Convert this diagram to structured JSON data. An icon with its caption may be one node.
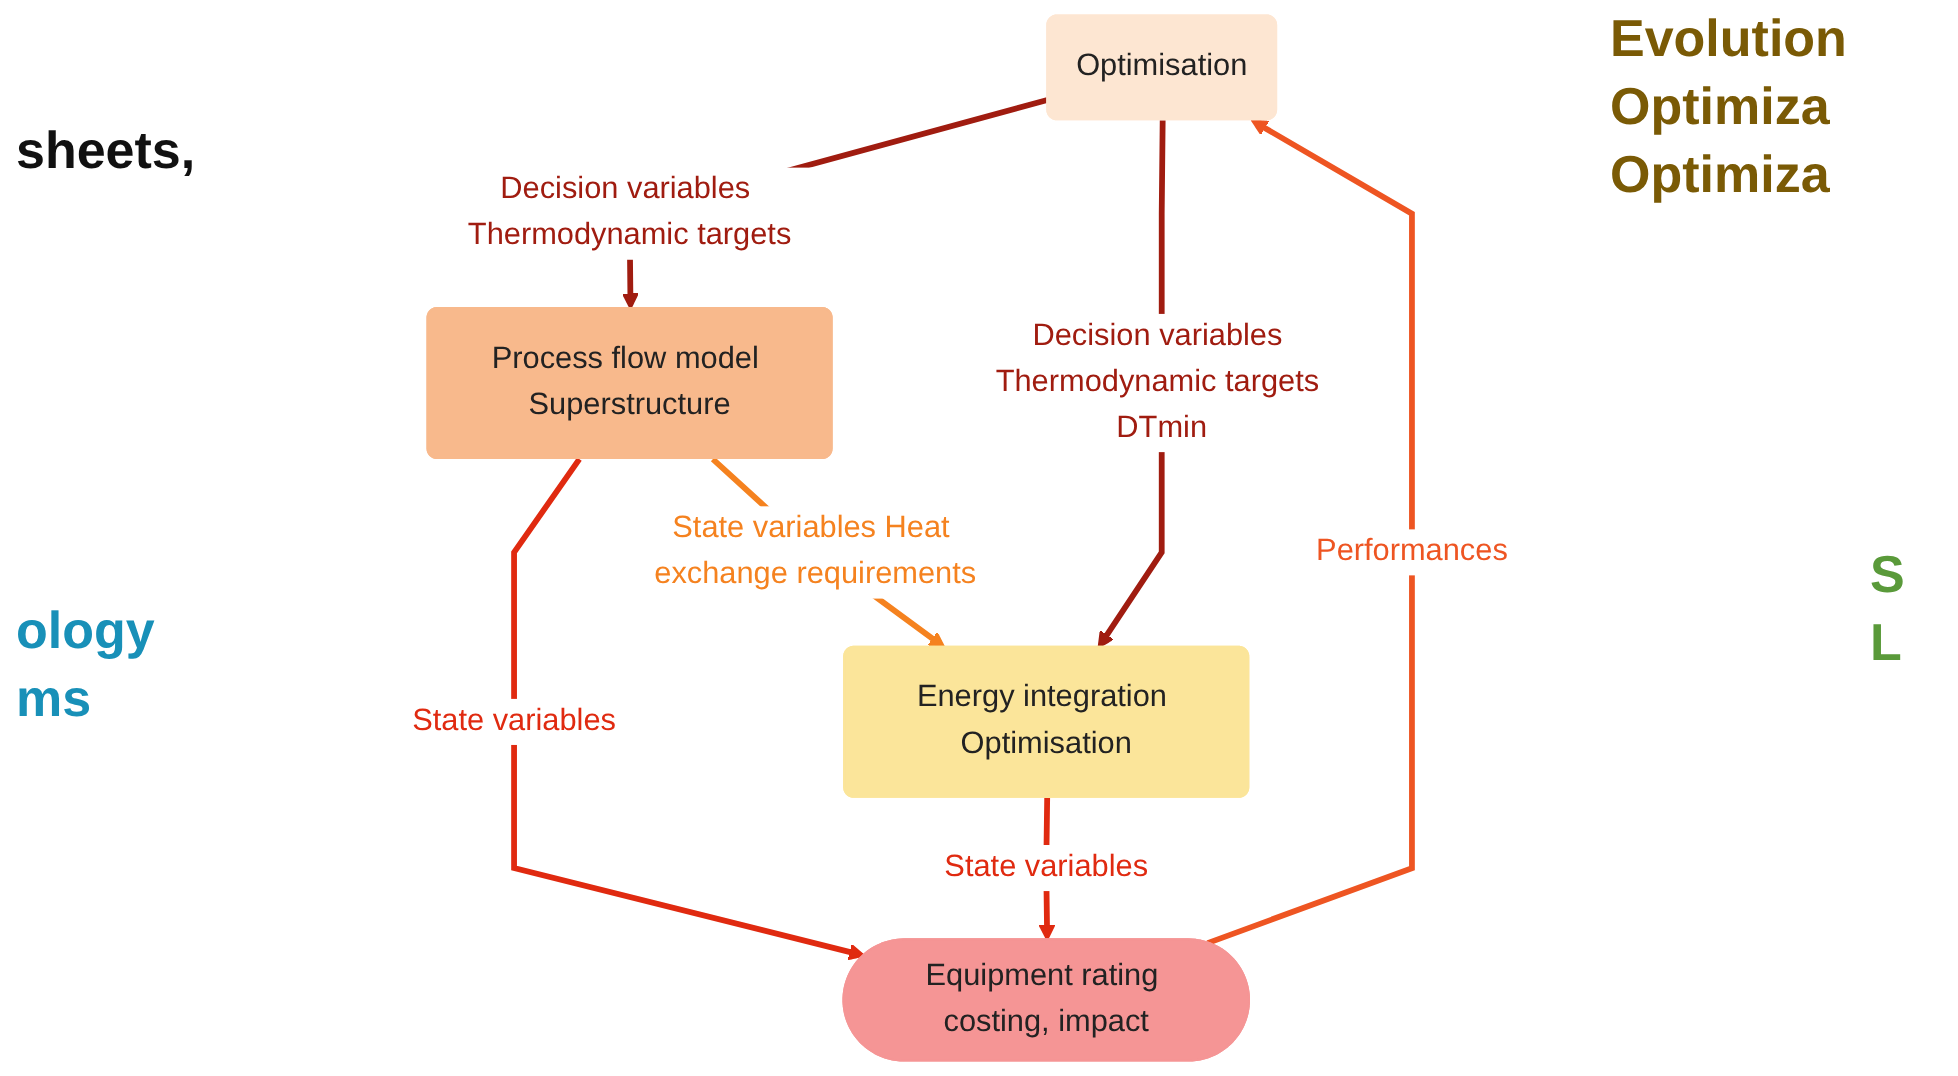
{
  "diagram": {
    "nodes": [
      {
        "text": [
          "Optimisation"
        ]
      },
      {
        "text": [
          "Equipment rating costing, impact"
        ]
      },
      {
        "text": [
          "Process flow model Superstructure"
        ]
      },
      {
        "text": [
          "Energy integration Optimisation"
        ]
      }
    ],
    "edges": [
      {
        "from": 0,
        "to": 2,
        "arrow": "to",
        "label": "Decision variables Thermodynamic targets",
        "color": "#a01c10"
      },
      {
        "from": 1,
        "to": 0,
        "arrow": "to",
        "label": "Performances",
        "color": "#ee5522"
      },
      {
        "from": 0,
        "to": 3,
        "arrow": "to",
        "label": "Decision variables Thermodynamic targets DTmin",
        "color": "#a01c10"
      },
      {
        "from": 2,
        "to": 1,
        "arrow": "to",
        "label": "State variables",
        "color": "#e02a10"
      },
      {
        "from": 3,
        "to": 1,
        "arrow": "to",
        "label": "State variables",
        "color": "#e02a10"
      },
      {
        "from": 2,
        "to": 3,
        "arrow": "to",
        "label": "State variables Heat exchange requirements",
        "color": "#f5821f"
      }
    ],
    "labels": [
      "sheets,",
      "Evolution",
      "Optimiza",
      "Optimiza",
      "ology",
      "ms",
      "S",
      "L"
    ]
  }
}
